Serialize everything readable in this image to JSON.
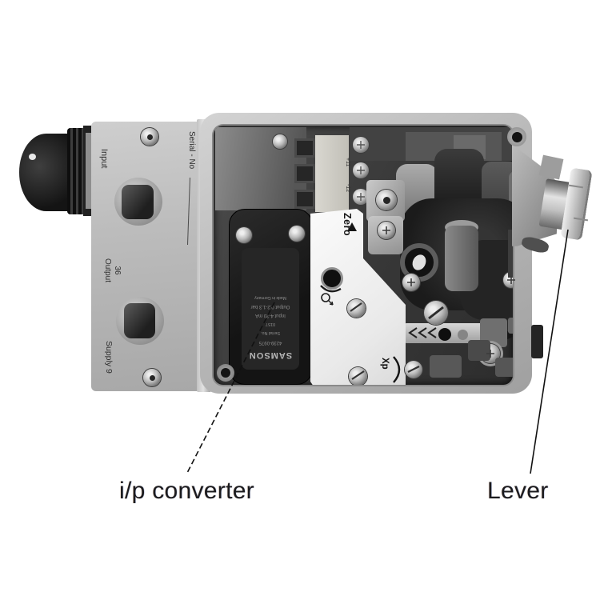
{
  "callouts": {
    "ip_converter": "i/p converter",
    "lever": "Lever"
  },
  "device": {
    "left_panel": {
      "input": "Input",
      "serial": "Serial - No",
      "output_num": "36",
      "output": "Output",
      "supply": "Supply 9"
    },
    "terminals": {
      "plus": "+11",
      "minus": "-12"
    },
    "ip_module_label": {
      "brand": "SAMSON",
      "model": "4239-0975",
      "serial": "Serial No.",
      "code": "0157",
      "input": "Input 4-20 mA",
      "output": "Output 0.2-1.3 bar",
      "origin": "Made in Germany"
    },
    "adjustments": {
      "zero": "Zero",
      "xp": "Xp"
    }
  },
  "colors": {
    "background": "#ffffff",
    "case": "#b9b9b9",
    "cavity": "#383838",
    "module": "#1c1c1c",
    "plate": "#f2f2f2",
    "label_text": "#1b1b1e"
  }
}
